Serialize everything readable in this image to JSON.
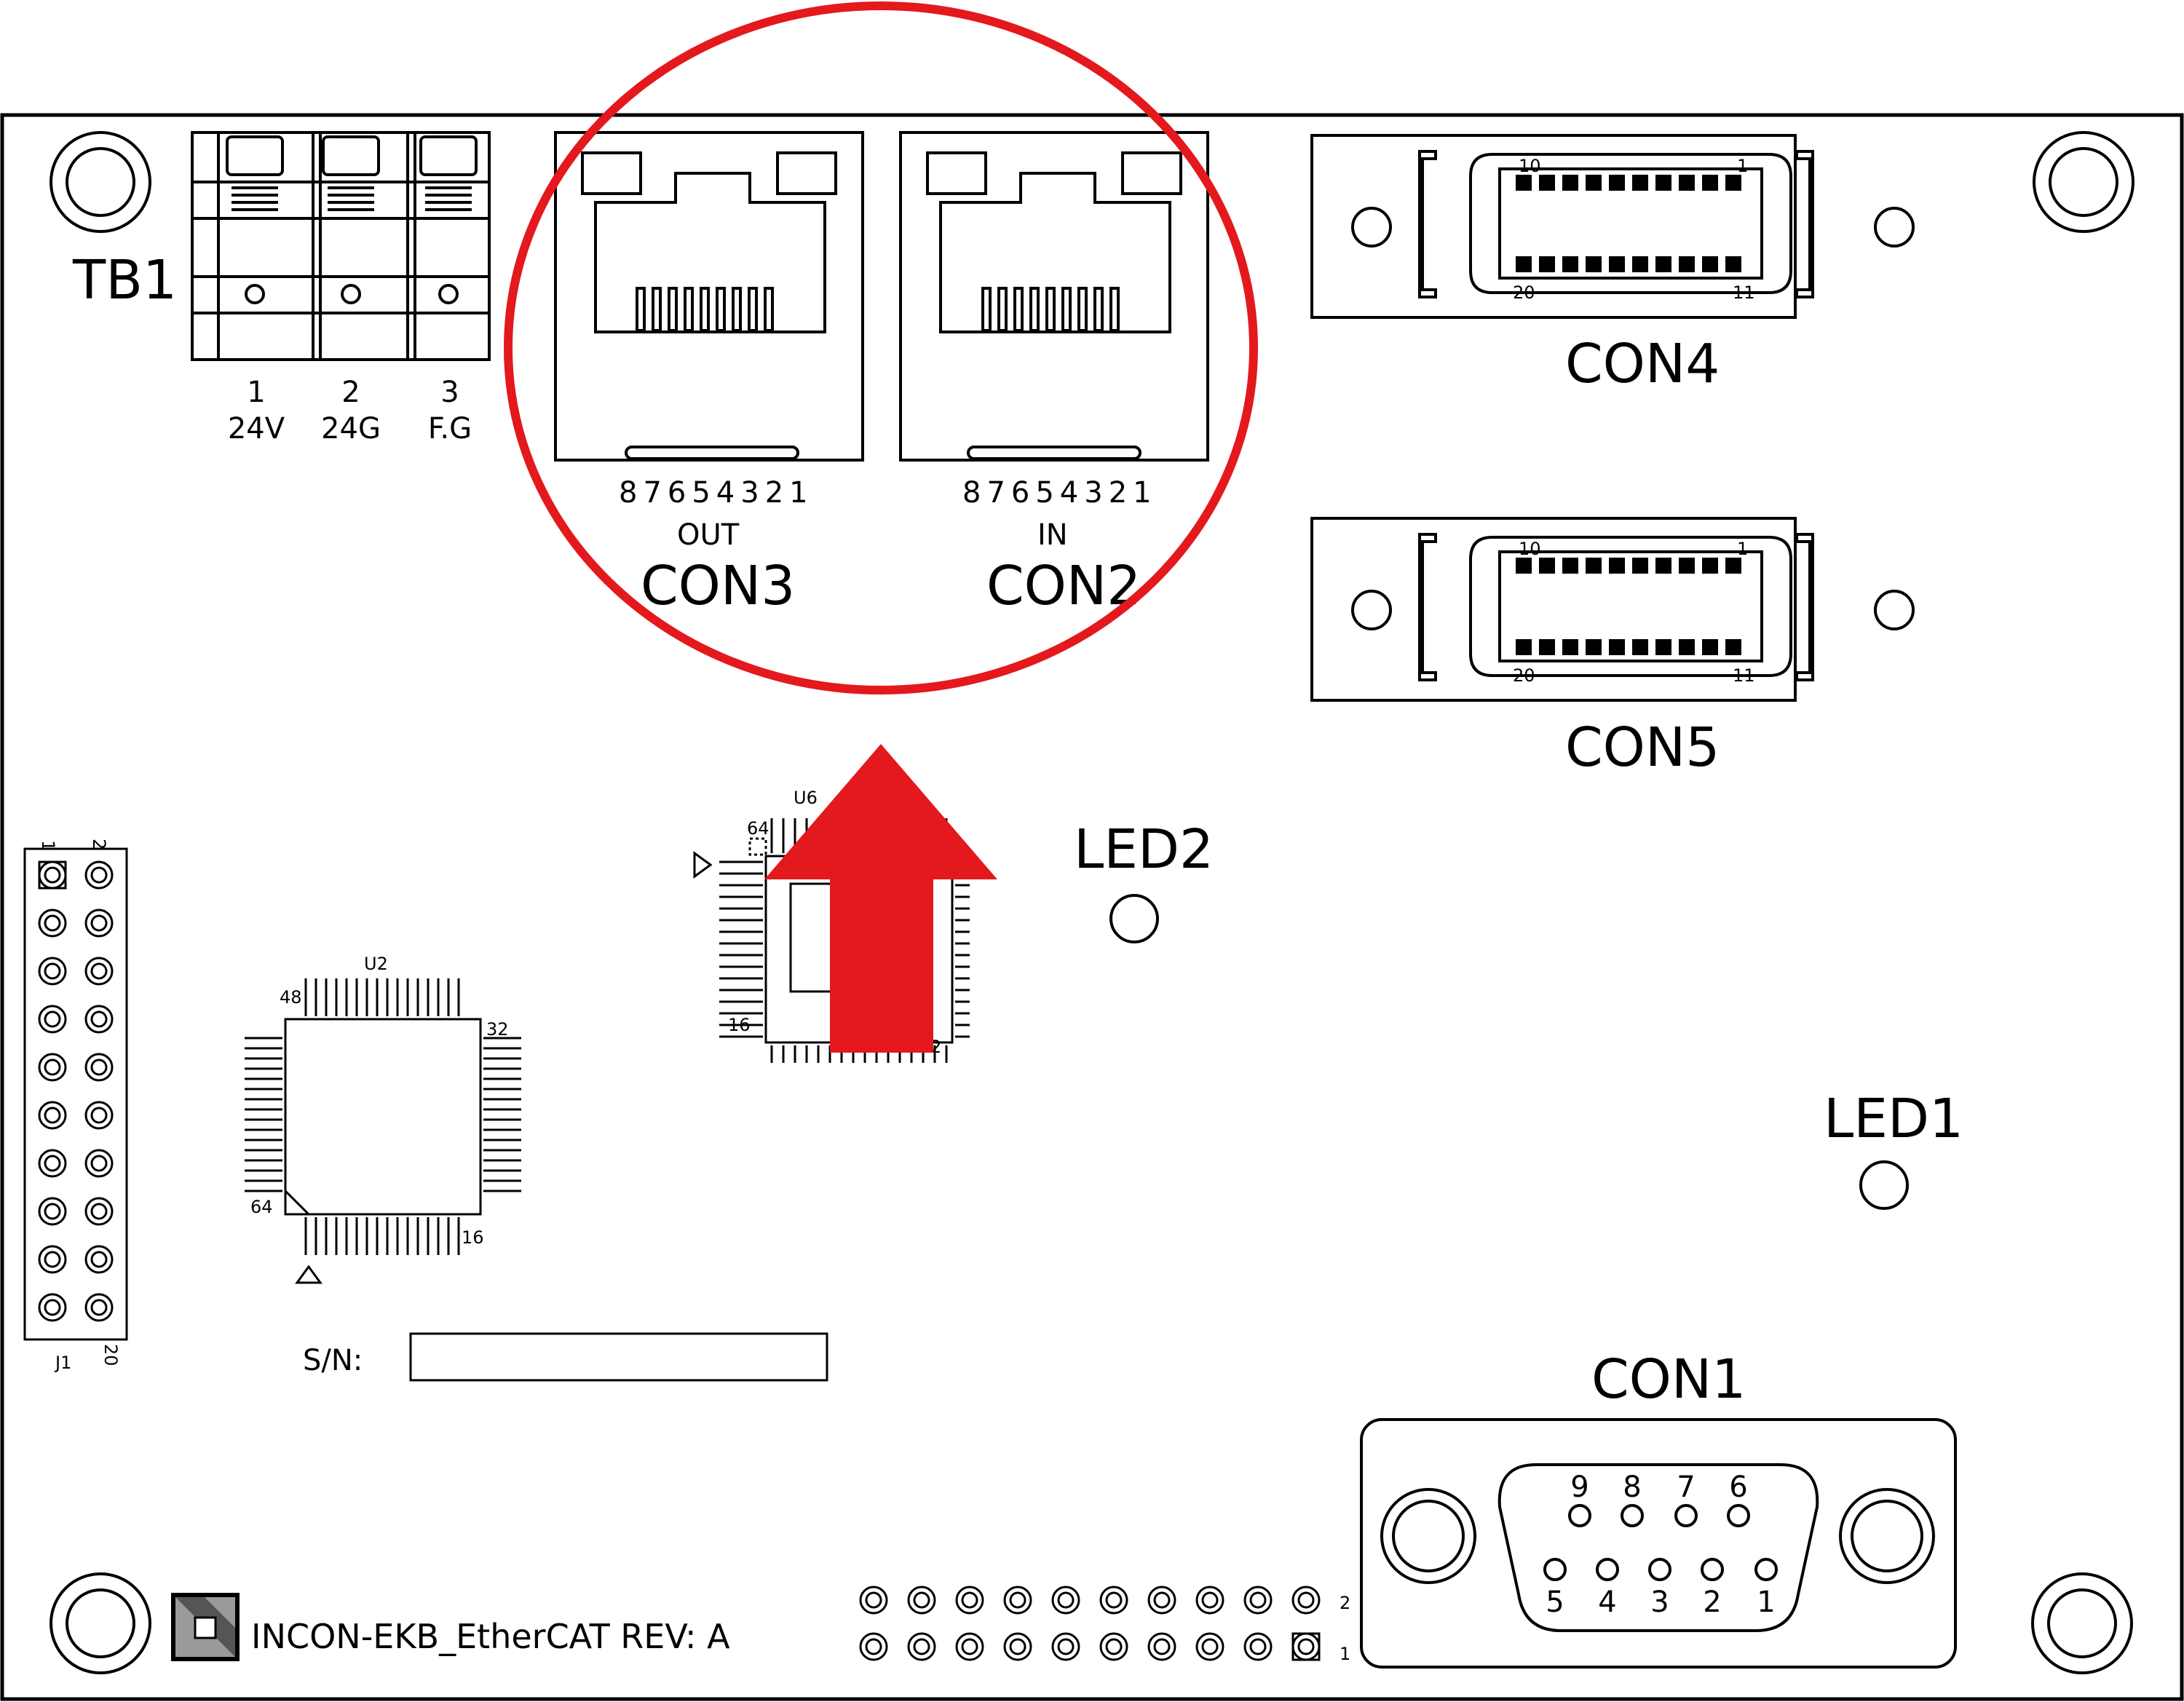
{
  "board": {
    "title": "INCON-EKB_EtherCAT REV: A",
    "serial_label": "S/N:"
  },
  "tb1": {
    "label": "TB1",
    "terminals": [
      {
        "num": "1",
        "name": "24V"
      },
      {
        "num": "2",
        "name": "24G"
      },
      {
        "num": "3",
        "name": "F.G"
      }
    ]
  },
  "con3": {
    "label": "CON3",
    "pins": "87654321",
    "direction": "OUT"
  },
  "con2": {
    "label": "CON2",
    "pins": "87654321",
    "direction": "IN"
  },
  "con4": {
    "label": "CON4",
    "pin_tl": "10",
    "pin_tr": "1",
    "pin_bl": "20",
    "pin_br": "11"
  },
  "con5": {
    "label": "CON5",
    "pin_tl": "10",
    "pin_tr": "1",
    "pin_bl": "20",
    "pin_br": "11"
  },
  "con1": {
    "label": "CON1",
    "top_pins": [
      "9",
      "8",
      "7",
      "6"
    ],
    "bottom_pins": [
      "5",
      "4",
      "3",
      "2",
      "1"
    ]
  },
  "led1": {
    "label": "LED1"
  },
  "led2": {
    "label": "LED2"
  },
  "u2": {
    "label": "U2",
    "pin_48": "48",
    "pin_32": "32",
    "pin_64": "64",
    "pin_16": "16"
  },
  "u6": {
    "label": "U6",
    "pin_64": "64",
    "pin_16": "16",
    "pin_32_partial": "2"
  },
  "j1": {
    "label": "J1",
    "pin_1": "1",
    "pin_2": "2",
    "pin_20": "20"
  },
  "bottom_header": {
    "row1_label": "1",
    "row2_label": "2"
  },
  "annotation": {
    "highlight_color": "#e3191d",
    "arrow_color": "#e3191d"
  }
}
